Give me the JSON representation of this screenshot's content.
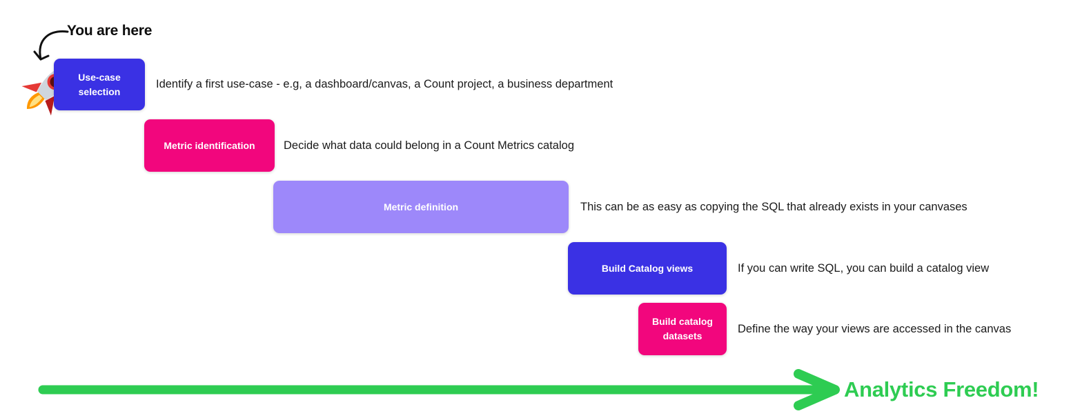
{
  "annotation": {
    "label": "You are here"
  },
  "icons": {
    "rocket_emoji": "🚀"
  },
  "steps": [
    {
      "label": "Use-case selection",
      "description": "Identify a first use-case - e.g, a dashboard/canvas, a Count project, a business department",
      "color": "#3a31e4"
    },
    {
      "label": "Metric identification",
      "description": "Decide what data could belong in a Count Metrics catalog",
      "color": "#f2067d"
    },
    {
      "label": "Metric definition",
      "description": "This can be as easy as copying the SQL that already exists in your canvases",
      "color": "#9d88fa"
    },
    {
      "label": "Build Catalog views",
      "description": "If you can write SQL, you can build a catalog view",
      "color": "#3a31e4"
    },
    {
      "label": "Build catalog datasets",
      "description": "Define the way your views are accessed in the canvas",
      "color": "#f2067d"
    }
  ],
  "footer": {
    "label": "Analytics Freedom!",
    "color": "#2ecc52"
  },
  "colors": {
    "blue": "#3a31e4",
    "pink": "#f2067d",
    "purple": "#9d88fa",
    "green": "#2ecc52",
    "text": "#1a1a1a",
    "annotation_arrow": "#111111"
  }
}
